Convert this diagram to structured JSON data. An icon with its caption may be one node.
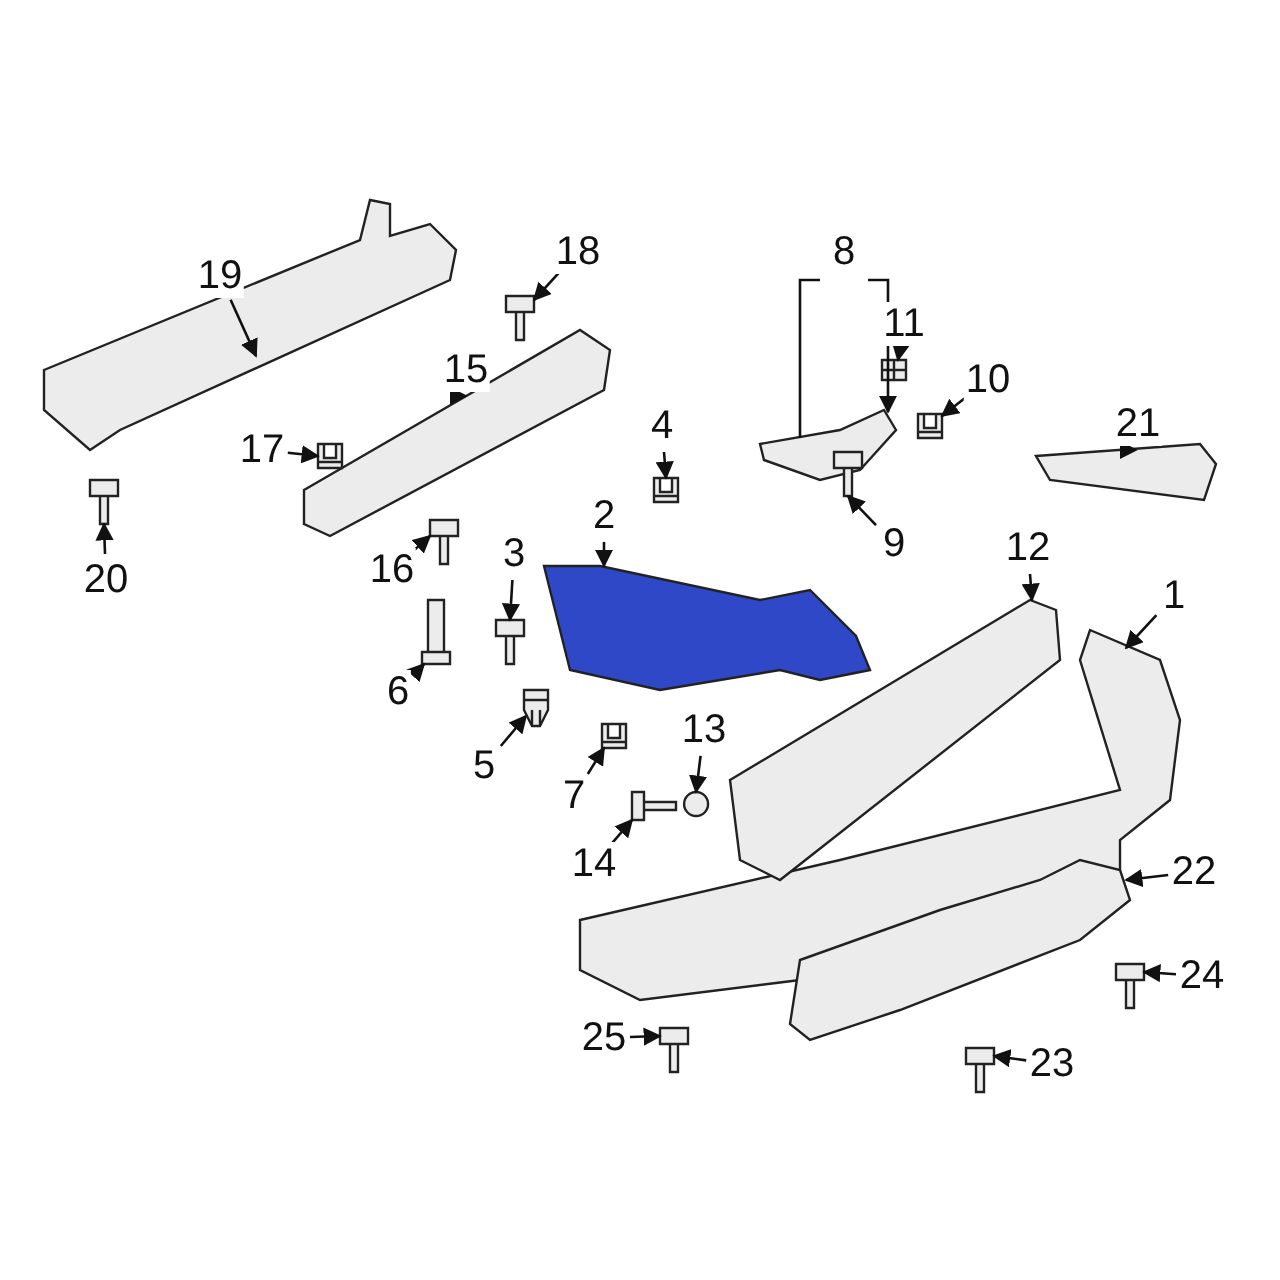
{
  "diagram": {
    "nodes": [
      {
        "text": [
          "1"
        ]
      },
      {
        "text": [],
        "shape": "picture"
      },
      {
        "text": [
          "2"
        ]
      },
      {
        "text": [],
        "shape": "picture"
      },
      {
        "text": [
          "3"
        ]
      },
      {
        "text": [],
        "shape": "picture"
      },
      {
        "text": [
          "4"
        ]
      },
      {
        "text": [],
        "shape": "picture"
      },
      {
        "text": [
          "5"
        ]
      },
      {
        "text": [],
        "shape": "picture"
      },
      {
        "text": [
          "6"
        ]
      },
      {
        "text": [],
        "shape": "picture"
      },
      {
        "text": [
          "7"
        ]
      },
      {
        "text": [],
        "shape": "picture"
      },
      {
        "text": [
          "8"
        ]
      },
      {
        "text": [],
        "shape": "picture"
      },
      {
        "text": [
          "9"
        ]
      },
      {
        "text": [],
        "shape": "picture"
      },
      {
        "text": [
          "10"
        ]
      },
      {
        "text": [],
        "shape": "picture"
      },
      {
        "text": [
          "11"
        ]
      },
      {
        "text": [],
        "shape": "picture"
      },
      {
        "text": [
          "12"
        ]
      },
      {
        "text": [],
        "shape": "picture"
      },
      {
        "text": [
          "13"
        ]
      },
      {
        "text": [],
        "shape": "circle"
      },
      {
        "text": [
          "14"
        ]
      },
      {
        "text": [],
        "shape": "picture"
      },
      {
        "text": [
          "15"
        ]
      },
      {
        "text": [],
        "shape": "picture"
      },
      {
        "text": [
          "16"
        ]
      },
      {
        "text": [],
        "shape": "picture"
      },
      {
        "text": [
          "17"
        ]
      },
      {
        "text": [],
        "shape": "picture"
      },
      {
        "text": [
          "18"
        ]
      },
      {
        "text": [],
        "shape": "picture"
      },
      {
        "text": [
          "19"
        ]
      },
      {
        "text": [],
        "shape": "picture"
      },
      {
        "text": [
          "20"
        ]
      },
      {
        "text": [],
        "shape": "picture"
      },
      {
        "text": [
          "21"
        ]
      },
      {
        "text": [],
        "shape": "picture"
      },
      {
        "text": [
          "22"
        ]
      },
      {
        "text": [],
        "shape": "picture"
      },
      {
        "text": [
          "23"
        ]
      },
      {
        "text": [],
        "shape": "picture"
      },
      {
        "text": [
          "24"
        ]
      },
      {
        "text": [],
        "shape": "picture"
      },
      {
        "text": [
          "25"
        ]
      },
      {
        "text": [],
        "shape": "picture"
      }
    ],
    "edges": [
      {
        "from": 0,
        "to": 1,
        "arrow": "to"
      },
      {
        "from": 2,
        "to": 3,
        "arrow": "to"
      },
      {
        "from": 4,
        "to": 5,
        "arrow": "to"
      },
      {
        "from": 6,
        "to": 7,
        "arrow": "to"
      },
      {
        "from": 8,
        "to": 9,
        "arrow": "to"
      },
      {
        "from": 10,
        "to": 11,
        "arrow": "to"
      },
      {
        "from": 12,
        "to": 13,
        "arrow": "to"
      },
      {
        "from": 14,
        "to": 15,
        "arrow": "to"
      },
      {
        "from": 16,
        "to": 17,
        "arrow": "to"
      },
      {
        "from": 18,
        "to": 19,
        "arrow": "to"
      },
      {
        "from": 20,
        "to": 21,
        "arrow": "to"
      },
      {
        "from": 22,
        "to": 23,
        "arrow": "to"
      },
      {
        "from": 24,
        "to": 25,
        "arrow": "to"
      },
      {
        "from": 26,
        "to": 27,
        "arrow": "to"
      },
      {
        "from": 28,
        "to": 29,
        "arrow": "to"
      },
      {
        "from": 30,
        "to": 31,
        "arrow": "to"
      },
      {
        "from": 32,
        "to": 33,
        "arrow": "to"
      },
      {
        "from": 34,
        "to": 35,
        "arrow": "to"
      },
      {
        "from": 36,
        "to": 37,
        "arrow": "to"
      },
      {
        "from": 38,
        "to": 39,
        "arrow": "to"
      },
      {
        "from": 40,
        "to": 41,
        "arrow": "to"
      },
      {
        "from": 42,
        "to": 43,
        "arrow": "to"
      },
      {
        "from": 44,
        "to": 45,
        "arrow": "to"
      },
      {
        "from": 46,
        "to": 47,
        "arrow": "to"
      },
      {
        "from": 48,
        "to": 49,
        "arrow": "to"
      }
    ]
  }
}
